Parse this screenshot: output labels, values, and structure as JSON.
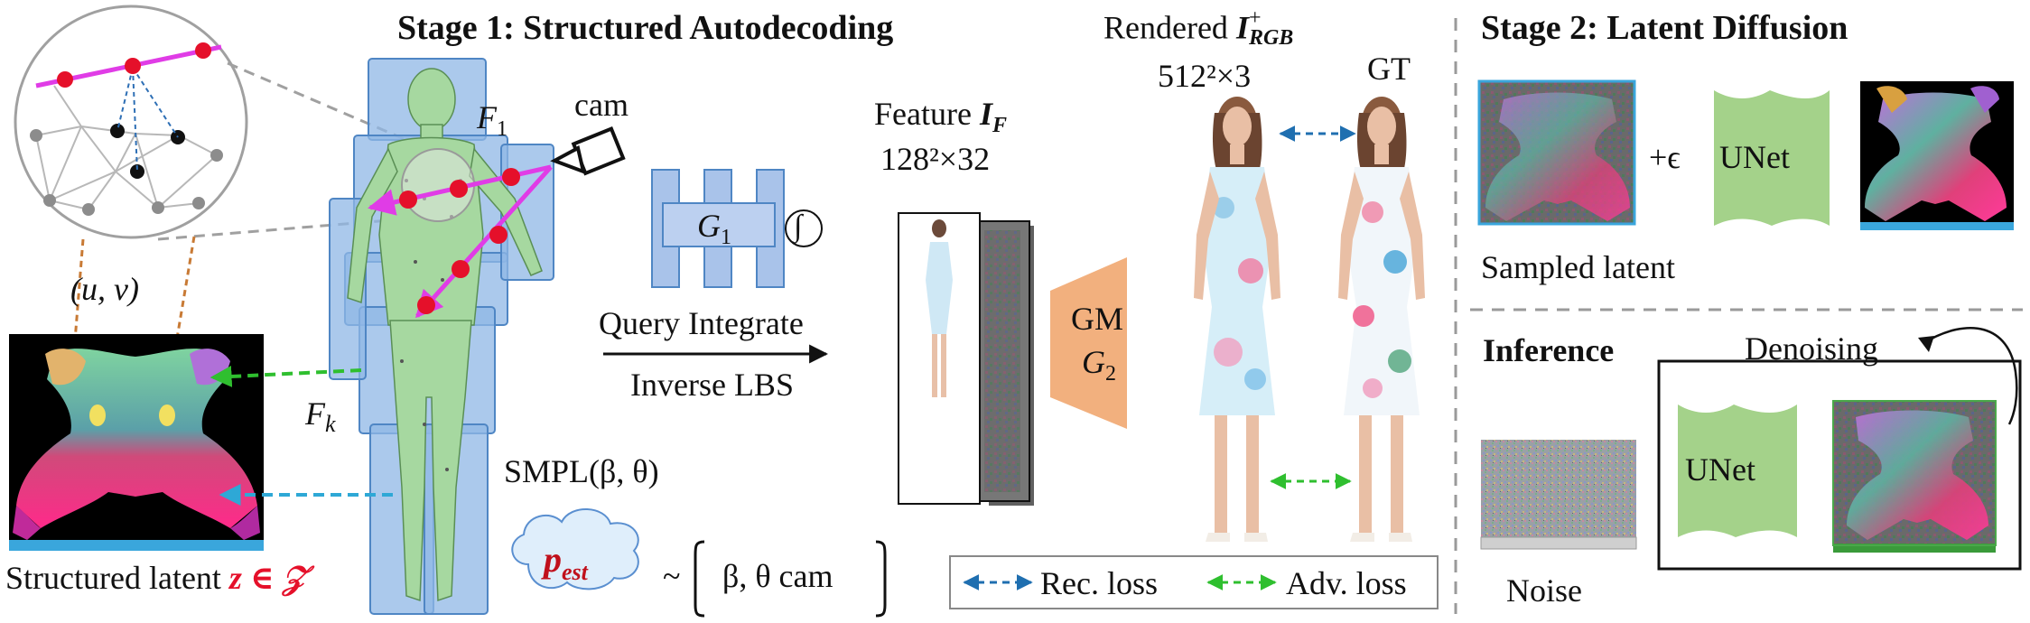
{
  "stage1_title": "Stage 1: Structured Autodecoding",
  "stage2_title": "Stage 2: Latent Diffusion",
  "cam_label": "cam",
  "f1_label": "F",
  "f1_sub": "1",
  "fk_label": "F",
  "fk_sub": "k",
  "uv_label": "(u, v)",
  "feature_label": "Feature ",
  "feature_var": "I",
  "feature_sub": "F",
  "feature_dims": "128²×32",
  "g1_label": "G",
  "g1_sub": "1",
  "integral_symbol": "∫",
  "query_label": "Query Integrate",
  "inverse_label": "Inverse LBS",
  "gm_label": "GM",
  "g2_label": "G",
  "g2_sub": "2",
  "rendered_label": "Rendered ",
  "rendered_var": "I",
  "rendered_sup": "+",
  "rendered_sub": "RGB",
  "rendered_dims": "512²×3",
  "gt_label": "GT",
  "smpl_label": "SMPL(β, θ)",
  "latent_label": "Structured latent ",
  "latent_math": "z ∈ 𝒵",
  "pest_label": "p",
  "pest_sub": "est",
  "tilde": "~",
  "pest_params": "β, θ cam",
  "rec_loss": "Rec. loss",
  "adv_loss": "Adv. loss",
  "plus_eps": "+ϵ",
  "unet_label": "UNet",
  "sampled_label": "Sampled latent",
  "inference_label": "Inference",
  "denoising_label": "Denoising",
  "unet2_label": "UNet",
  "noise_label": "Noise",
  "colors": {
    "magenta": "#e03ce6",
    "red": "#e5102a",
    "blue_box": "#8fb7e6",
    "body_green": "#a6d8a0",
    "unet_green": "#a4d28a",
    "gm_orange": "#f2b07e",
    "g1_blue": "#a9c3ea",
    "green_dash": "#2fbf2f",
    "blue_dash": "#2ea8d6",
    "orange_dash": "#c87a35"
  }
}
